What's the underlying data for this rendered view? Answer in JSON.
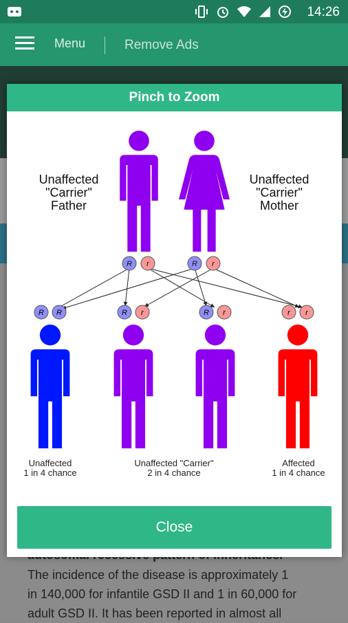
{
  "status_bar": {
    "time": "14:26"
  },
  "app_bar": {
    "menu_label": "Menu",
    "remove_ads_label": "Remove Ads"
  },
  "background_text": {
    "partial_line": "autosomal recessive pattern of inheritance.",
    "line1": "The incidence of the disease is approximately 1",
    "line2": "in 140,000 for infantile GSD II and 1 in 60,000 for",
    "line3": "adult GSD II. It has been reported in almost all"
  },
  "dialog": {
    "title": "Pinch to Zoom",
    "close_label": "Close",
    "parents": {
      "father": {
        "line1": "Unaffected",
        "line2": "\"Carrier\"",
        "line3": "Father"
      },
      "mother": {
        "line1": "Unaffected",
        "line2": "\"Carrier\"",
        "line3": "Mother"
      }
    },
    "children": [
      {
        "line1": "Unaffected",
        "line2": "1 in 4 chance",
        "color": "#0018ff",
        "alleles": [
          "R",
          "R"
        ]
      },
      {
        "line1": "Unaffected \"Carrier\"",
        "line2": "2 in 4 chance",
        "color": "#8f00f0",
        "alleles": [
          "R",
          "r"
        ]
      },
      {
        "line1": "Affected",
        "line2": "1 in 4 chance",
        "color": "#ff0000",
        "alleles": [
          "r",
          "r"
        ]
      }
    ],
    "parent_color": "#8f00f0",
    "dominant_allele_color": "#8f8ff5",
    "recessive_allele_color": "#f79797"
  }
}
